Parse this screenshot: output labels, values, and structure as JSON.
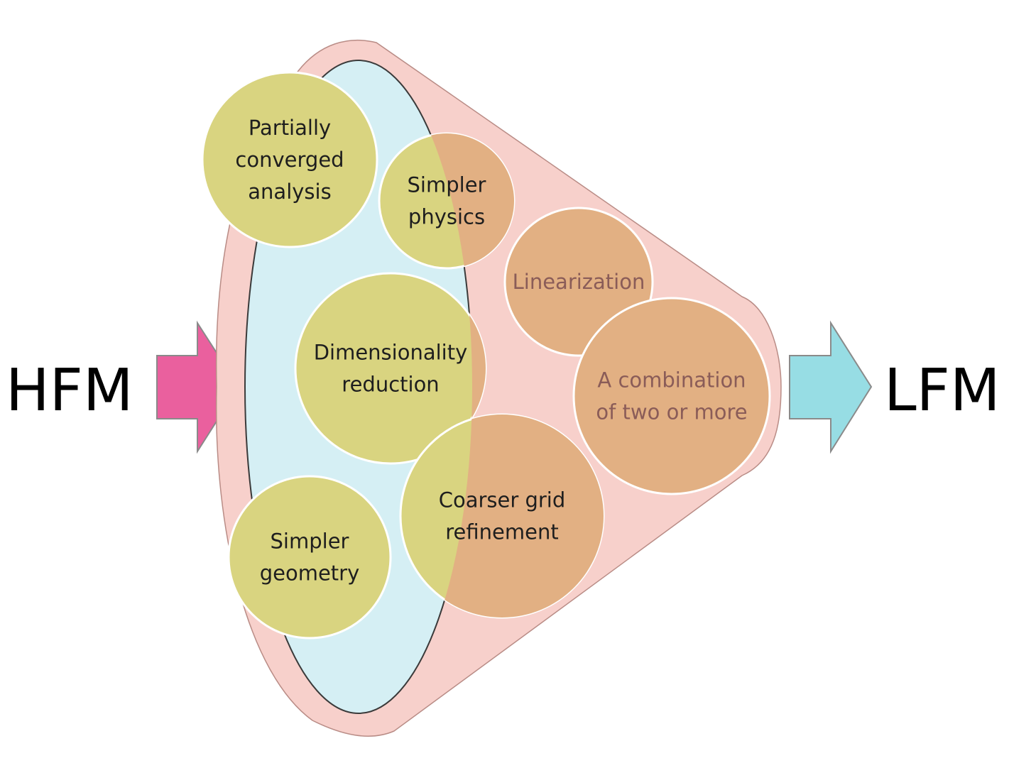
{
  "input_label": "HFM",
  "output_label": "LFM",
  "colors": {
    "funnel_fill": "#f7d0cb",
    "funnel_stroke": "#b98c86",
    "ellipse_fill": "#d5eff4",
    "ellipse_stroke": "#3a3a3a",
    "circle_fill": "#d9d480",
    "overlay_fill": "#e2b083",
    "inner_text": "#1e1e1e",
    "outer_text": "#8a5c58",
    "input_arrow": "#ea609e",
    "output_arrow": "#97dde4"
  },
  "nodes": [
    {
      "id": "partially-converged-analysis",
      "lines": [
        "Partially",
        "converged",
        "analysis"
      ]
    },
    {
      "id": "simpler-physics",
      "lines": [
        "Simpler",
        "physics"
      ]
    },
    {
      "id": "linearization",
      "lines": [
        "Linearization"
      ]
    },
    {
      "id": "dimensionality-reduction",
      "lines": [
        "Dimensionality",
        "reduction"
      ]
    },
    {
      "id": "combination",
      "lines": [
        "A combination",
        "of  two or more"
      ]
    },
    {
      "id": "coarser-grid-refinement",
      "lines": [
        "Coarser grid",
        "refinement"
      ]
    },
    {
      "id": "simpler-geometry",
      "lines": [
        "Simpler",
        "geometry"
      ]
    }
  ]
}
